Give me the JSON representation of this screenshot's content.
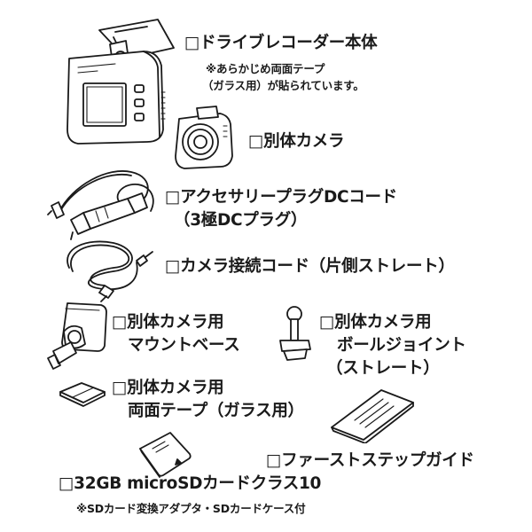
{
  "items": {
    "main_unit": {
      "title": "□ドライブレコーダー本体",
      "note1": "※あらかじめ両面テープ",
      "note2": "（ガラス用）が貼られています。"
    },
    "camera": {
      "title": "□別体カメラ"
    },
    "dc_cord": {
      "line1": "□アクセサリープラグDCコード",
      "line2": "（3極DCプラグ）"
    },
    "camera_cord": {
      "title": "□カメラ接続コード（片側ストレート）"
    },
    "mount_base": {
      "line1": "□別体カメラ用",
      "line2": "マウントベース"
    },
    "ball_joint": {
      "line1": "□別体カメラ用",
      "line2": "ボールジョイント",
      "line3": "（ストレート）"
    },
    "tape": {
      "line1": "□別体カメラ用",
      "line2": "両面テープ（ガラス用）"
    },
    "quick_guide": {
      "title": "□ファーストステップガイド"
    },
    "sd_card": {
      "title": "□32GB microSDカードクラス10",
      "note": "※SDカード変換アダプタ・SDカードケース付"
    }
  }
}
